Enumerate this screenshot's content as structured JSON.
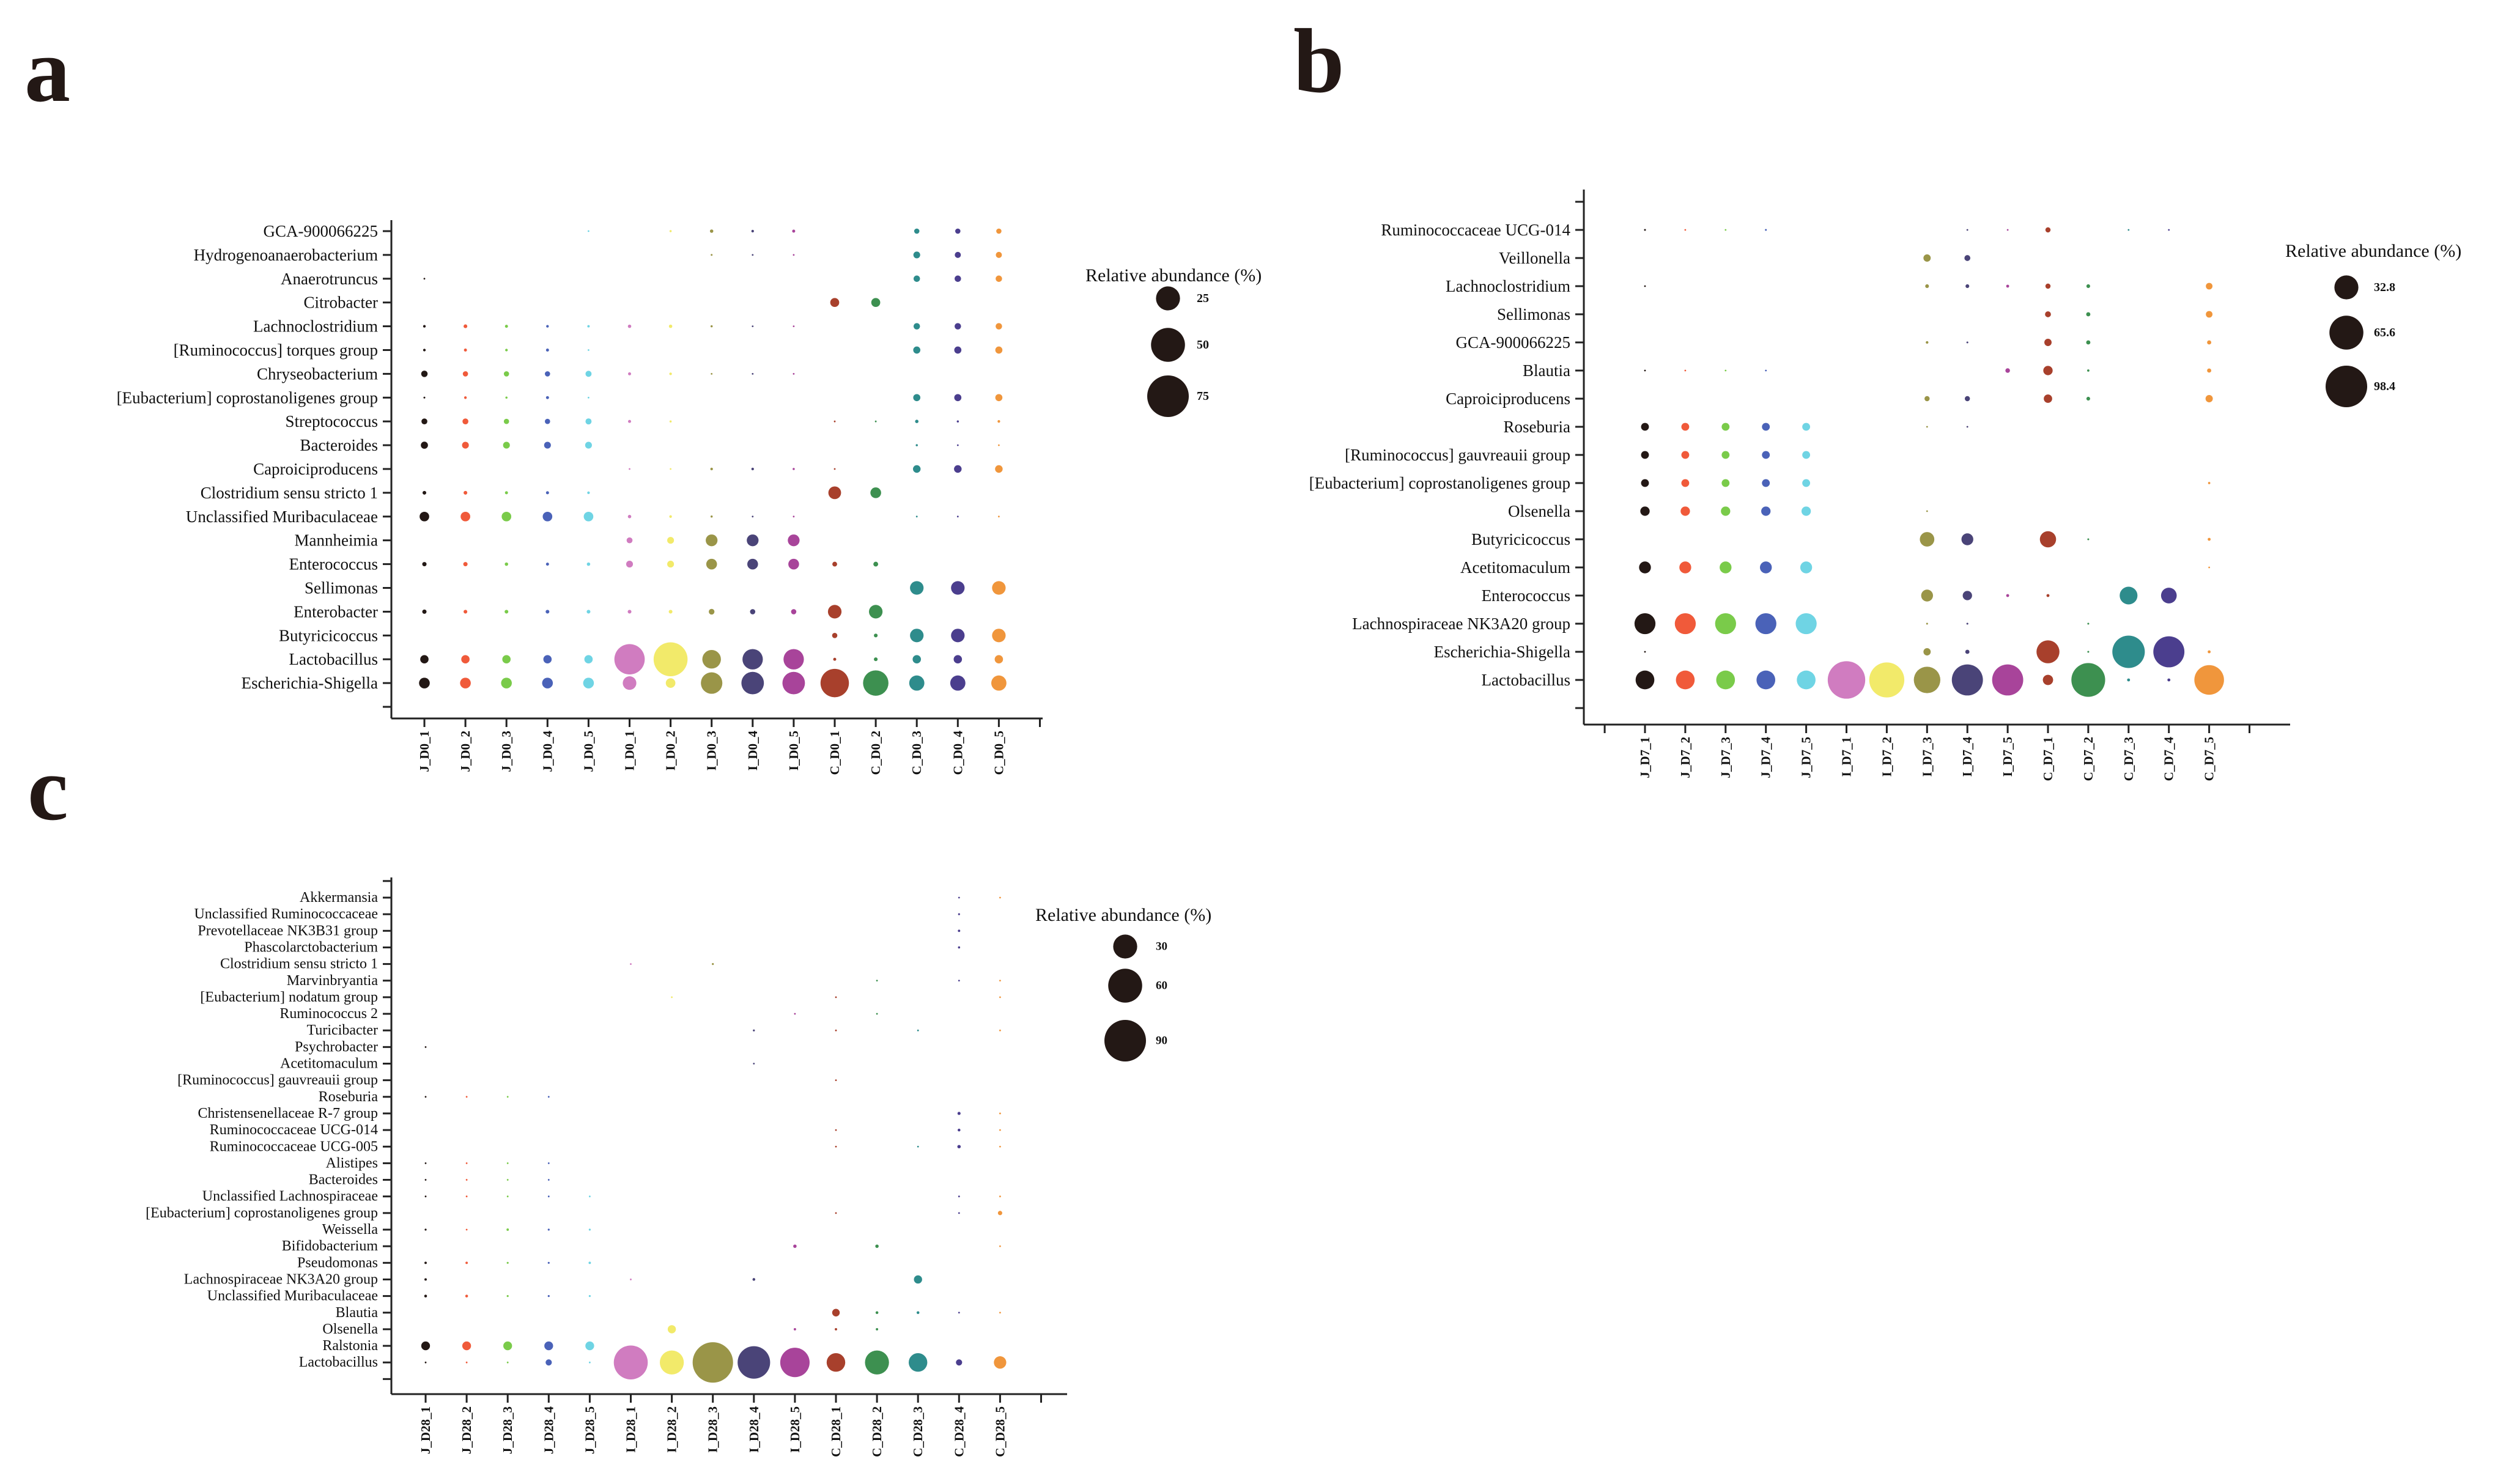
{
  "colors": [
    "#231815",
    "#f05a3a",
    "#7acb4a",
    "#4a62b8",
    "#6fd4e4",
    "#d07cc0",
    "#f2ea6a",
    "#9a9548",
    "#4a4478",
    "#a8449a",
    "#a8402c",
    "#3d9050",
    "#2e8c8c",
    "#4b3e8e",
    "#f0963c"
  ],
  "chart_data": [
    {
      "type": "scatter",
      "panel_label": "a",
      "legend_title": "Relative abundance (%)",
      "legend_values": [
        25,
        50,
        75
      ],
      "samples": [
        "J_D0_1",
        "J_D0_2",
        "J_D0_3",
        "J_D0_4",
        "J_D0_5",
        "I_D0_1",
        "I_D0_2",
        "I_D0_3",
        "I_D0_4",
        "I_D0_5",
        "C_D0_1",
        "C_D0_2",
        "C_D0_3",
        "C_D0_4",
        "C_D0_5"
      ],
      "genera": [
        "GCA-900066225",
        "Hydrogenoanaerobacterium",
        "Anaerotruncus",
        "Citrobacter",
        "Lachnoclostridium",
        "[Ruminococcus] torques group",
        "Chryseobacterium",
        "[Eubacterium] coprostanoligenes group",
        "Streptococcus",
        "Bacteroides",
        "Caproiciproducens",
        "Clostridium sensu stricto 1",
        "Unclassified Muribaculaceae",
        "Mannheimia",
        "Enterococcus",
        "Sellimonas",
        "Enterobacter",
        "Butyricicoccus",
        "Lactobacillus",
        "Escherichia-Shigella"
      ],
      "values": [
        [
          0,
          0,
          0,
          0,
          0.05,
          0,
          0.2,
          0.5,
          0.3,
          0.4,
          0,
          0,
          1.2,
          1.2,
          1.2
        ],
        [
          0,
          0,
          0,
          0,
          0,
          0,
          0,
          0.15,
          0.1,
          0.1,
          0,
          0,
          2.0,
          1.6,
          1.6
        ],
        [
          0.05,
          0,
          0,
          0,
          0,
          0,
          0,
          0,
          0,
          0,
          0,
          0,
          1.8,
          1.8,
          1.8
        ],
        [
          0,
          0,
          0,
          0,
          0,
          0,
          0,
          0,
          0,
          0,
          3.5,
          3.5,
          0,
          0,
          0
        ],
        [
          0.3,
          0.6,
          0.4,
          0.3,
          0.25,
          0.5,
          0.5,
          0.2,
          0.1,
          0.1,
          0,
          0,
          1.8,
          1.8,
          1.8
        ],
        [
          0.3,
          0.4,
          0.3,
          0.4,
          0.1,
          0,
          0,
          0,
          0,
          0,
          0,
          0,
          2.2,
          2.2,
          2.2
        ],
        [
          1.8,
          1.2,
          1.2,
          1.2,
          1.6,
          0.4,
          0.3,
          0.1,
          0.05,
          0.05,
          0,
          0,
          0,
          0,
          0
        ],
        [
          0.15,
          0.3,
          0.2,
          0.4,
          0.1,
          0,
          0,
          0,
          0,
          0,
          0,
          0,
          2.2,
          2.2,
          2.2
        ],
        [
          1.5,
          1.5,
          1.2,
          1.2,
          1.6,
          0.4,
          0.2,
          0,
          0,
          0,
          0.1,
          0.05,
          0.5,
          0.2,
          0.3
        ],
        [
          2.2,
          2.0,
          2.0,
          2.0,
          2.0,
          0,
          0,
          0,
          0,
          0,
          0,
          0,
          0.2,
          0.1,
          0.1
        ],
        [
          0,
          0,
          0,
          0,
          0,
          0.05,
          0.05,
          0.3,
          0.3,
          0.2,
          0.1,
          0,
          2.5,
          2.5,
          2.5
        ],
        [
          0.6,
          0.6,
          0.4,
          0.4,
          0.3,
          0,
          0,
          0,
          0,
          0,
          7,
          5,
          0,
          0,
          0
        ],
        [
          4,
          4,
          4,
          4,
          4,
          0.5,
          0.3,
          0.2,
          0.1,
          0.05,
          0,
          0,
          0.1,
          0.1,
          0.1
        ],
        [
          0,
          0,
          0,
          0,
          0,
          1.5,
          2,
          6,
          6,
          6,
          0,
          0,
          0,
          0,
          0
        ],
        [
          0.8,
          0.8,
          0.5,
          0.4,
          0.5,
          2,
          2,
          5,
          5,
          5,
          1,
          1,
          0,
          0,
          0
        ],
        [
          0,
          0,
          0,
          0,
          0,
          0,
          0,
          0,
          0,
          0,
          0,
          0,
          8,
          8,
          8
        ],
        [
          0.8,
          0.6,
          0.6,
          0.6,
          0.6,
          0.6,
          0.6,
          1.4,
          1.2,
          1.2,
          8,
          8,
          0,
          0,
          0
        ],
        [
          0,
          0,
          0,
          0,
          0,
          0,
          0,
          0,
          0,
          0,
          1.2,
          0.6,
          8,
          8,
          8
        ],
        [
          3,
          3,
          3,
          3,
          3,
          40,
          50,
          15,
          18,
          18,
          0.4,
          0.6,
          3,
          3,
          3
        ],
        [
          5,
          5,
          5,
          5,
          5,
          8,
          4,
          20,
          22,
          22,
          35,
          28,
          10,
          10,
          10
        ]
      ]
    },
    {
      "type": "scatter",
      "panel_label": "b",
      "legend_title": "Relative abundance (%)",
      "legend_values": [
        32.8,
        65.6,
        98.4
      ],
      "samples": [
        "J_D7_1",
        "J_D7_2",
        "J_D7_3",
        "J_D7_4",
        "J_D7_5",
        "I_D7_1",
        "I_D7_2",
        "I_D7_3",
        "I_D7_4",
        "I_D7_5",
        "C_D7_1",
        "C_D7_2",
        "C_D7_3",
        "C_D7_4",
        "C_D7_5"
      ],
      "genera": [
        "Ruminococcaceae UCG-014",
        "Veillonella",
        "Lachnoclostridium",
        "Sellimonas",
        "GCA-900066225",
        "Blautia",
        "Caproiciproducens",
        "Roseburia",
        "[Ruminococcus] gauvreauii group",
        "[Eubacterium] coprostanoligenes group",
        "Olsenella",
        "Butyricicoccus",
        "Acetitomaculum",
        "Enterococcus",
        "Lachnospiraceae NK3A20 group",
        "Escherichia-Shigella",
        "Lactobacillus"
      ],
      "values": [
        [
          0.2,
          0.1,
          0.05,
          0.2,
          0,
          0,
          0,
          0,
          0.05,
          0.05,
          1.5,
          0,
          0.1,
          0.05,
          0
        ],
        [
          0,
          0,
          0,
          0,
          0,
          0,
          0,
          3,
          2,
          0,
          0,
          0,
          0,
          0,
          0
        ],
        [
          0.1,
          0,
          0,
          0,
          0,
          0,
          0,
          0.8,
          0.8,
          0.5,
          1.5,
          0.8,
          0,
          0,
          2.5
        ],
        [
          0,
          0,
          0,
          0,
          0,
          0,
          0,
          0,
          0,
          0,
          2,
          1,
          0,
          0,
          2.5
        ],
        [
          0,
          0,
          0,
          0,
          0,
          0,
          0,
          0.4,
          0.2,
          0,
          3,
          1,
          0,
          0,
          1
        ],
        [
          0.05,
          0.05,
          0.05,
          0.05,
          0,
          0,
          0,
          0,
          0,
          1.2,
          5,
          0.3,
          0,
          0,
          1
        ],
        [
          0,
          0,
          0,
          0,
          0,
          0,
          0,
          1.5,
          1.5,
          0,
          4,
          0.8,
          0,
          0,
          3
        ],
        [
          3.5,
          3.5,
          3.5,
          3.5,
          3.5,
          0,
          0,
          0.05,
          0.05,
          0,
          0,
          0,
          0,
          0,
          0
        ],
        [
          3.5,
          3.5,
          3.5,
          3.5,
          3.5,
          0,
          0,
          0,
          0,
          0,
          0,
          0,
          0,
          0,
          0
        ],
        [
          3.5,
          3.5,
          3.5,
          3.5,
          3.5,
          0,
          0,
          0,
          0,
          0,
          0,
          0,
          0,
          0,
          0.3
        ],
        [
          5,
          5,
          5,
          5,
          5,
          0,
          0,
          0.1,
          0,
          0,
          0,
          0,
          0,
          0,
          0
        ],
        [
          0,
          0,
          0,
          0,
          0,
          0,
          0,
          12,
          8,
          0,
          15,
          0.2,
          0,
          0,
          0.5
        ],
        [
          8,
          8,
          8,
          8,
          8,
          0,
          0,
          0,
          0,
          0,
          0,
          0,
          0,
          0,
          0.1
        ],
        [
          0,
          0,
          0,
          0,
          0,
          0,
          0,
          8,
          5,
          0.5,
          0.5,
          0,
          18,
          14,
          0
        ],
        [
          25,
          25,
          25,
          25,
          25,
          0,
          0,
          0.2,
          0.2,
          0,
          0,
          0.2,
          0,
          0,
          0
        ],
        [
          0.1,
          0,
          0,
          0,
          0,
          0,
          0,
          3,
          1,
          0,
          30,
          0.2,
          60,
          55,
          0.5
        ],
        [
          20,
          20,
          20,
          20,
          20,
          80,
          70,
          40,
          55,
          55,
          6,
          65,
          0.5,
          0.5,
          50
        ]
      ]
    },
    {
      "type": "scatter",
      "panel_label": "c",
      "legend_title": "Relative abundance (%)",
      "legend_values": [
        30,
        60,
        90
      ],
      "samples": [
        "J_D28_1",
        "J_D28_2",
        "J_D28_3",
        "J_D28_4",
        "J_D28_5",
        "I_D28_1",
        "I_D28_2",
        "I_D28_3",
        "I_D28_4",
        "I_D28_5",
        "C_D28_1",
        "C_D28_2",
        "C_D28_3",
        "C_D28_4",
        "C_D28_5"
      ],
      "genera": [
        "Akkermansia",
        "Unclassified Ruminococcaceae",
        "Prevotellaceae NK3B31 group",
        "Phascolarctobacterium",
        "Clostridium sensu stricto 1",
        "Marvinbryantia",
        "[Eubacterium] nodatum group",
        "Ruminococcus 2",
        "Turicibacter",
        "Psychrobacter",
        "Acetitomaculum",
        "[Ruminococcus] gauvreauii group",
        "Roseburia",
        "Christensenellaceae R-7 group",
        "Ruminococcaceae UCG-014",
        "Ruminococcaceae UCG-005",
        "Alistipes",
        "Bacteroides",
        "Unclassified Lachnospiraceae",
        "[Eubacterium] coprostanoligenes group",
        "Weissella",
        "Bifidobacterium",
        "Pseudomonas",
        "Lachnospiraceae NK3A20 group",
        "Unclassified Muribaculaceae",
        "Blautia",
        "Olsenella",
        "Ralstonia",
        "Lactobacillus"
      ],
      "values": [
        [
          0,
          0,
          0,
          0,
          0,
          0,
          0,
          0,
          0,
          0,
          0,
          0,
          0,
          0.1,
          0.05
        ],
        [
          0,
          0,
          0,
          0,
          0,
          0,
          0,
          0,
          0,
          0,
          0,
          0,
          0,
          0.2,
          0
        ],
        [
          0,
          0,
          0,
          0,
          0,
          0,
          0,
          0,
          0,
          0,
          0,
          0,
          0,
          0.3,
          0
        ],
        [
          0,
          0,
          0,
          0,
          0,
          0,
          0,
          0,
          0,
          0,
          0,
          0,
          0,
          0.25,
          0
        ],
        [
          0,
          0,
          0,
          0,
          0,
          0.05,
          0,
          0.2,
          0,
          0,
          0,
          0,
          0,
          0,
          0
        ],
        [
          0,
          0,
          0,
          0,
          0,
          0,
          0,
          0,
          0,
          0,
          0,
          0.03,
          0,
          0.05,
          0.05
        ],
        [
          0,
          0,
          0,
          0,
          0,
          0,
          0.03,
          0,
          0,
          0,
          0.05,
          0,
          0,
          0,
          0.05
        ],
        [
          0,
          0,
          0,
          0,
          0,
          0,
          0,
          0,
          0,
          0.05,
          0,
          0.1,
          0,
          0,
          0
        ],
        [
          0,
          0,
          0,
          0,
          0,
          0,
          0,
          0,
          0.2,
          0,
          0.05,
          0,
          0.1,
          0,
          0.05
        ],
        [
          0.05,
          0,
          0,
          0,
          0,
          0,
          0,
          0,
          0,
          0,
          0,
          0,
          0,
          0,
          0
        ],
        [
          0,
          0,
          0,
          0,
          0,
          0,
          0,
          0,
          0.03,
          0,
          0,
          0,
          0,
          0,
          0
        ],
        [
          0,
          0,
          0,
          0,
          0,
          0,
          0,
          0,
          0,
          0,
          0.05,
          0,
          0,
          0,
          0
        ],
        [
          0.05,
          0.03,
          0.03,
          0.03,
          0,
          0,
          0,
          0,
          0,
          0,
          0,
          0,
          0,
          0,
          0
        ],
        [
          0,
          0,
          0,
          0,
          0,
          0,
          0,
          0,
          0,
          0,
          0,
          0,
          0,
          0.5,
          0.05
        ],
        [
          0,
          0,
          0,
          0,
          0,
          0,
          0,
          0,
          0,
          0,
          0.05,
          0,
          0,
          0.4,
          0.05
        ],
        [
          0,
          0,
          0,
          0,
          0,
          0,
          0,
          0,
          0,
          0,
          0.1,
          0,
          0.05,
          0.6,
          0.05
        ],
        [
          0.05,
          0.03,
          0.05,
          0.03,
          0,
          0,
          0,
          0,
          0,
          0,
          0,
          0,
          0,
          0,
          0
        ],
        [
          0.05,
          0.05,
          0.05,
          0.05,
          0,
          0,
          0,
          0,
          0,
          0,
          0,
          0,
          0,
          0,
          0
        ],
        [
          0.05,
          0.03,
          0.03,
          0.03,
          0.03,
          0,
          0,
          0,
          0,
          0,
          0,
          0,
          0,
          0.05,
          0.1
        ],
        [
          0,
          0,
          0,
          0,
          0,
          0,
          0,
          0,
          0,
          0,
          0.05,
          0,
          0,
          0.05,
          1
        ],
        [
          0.2,
          0.15,
          0.3,
          0.2,
          0.2,
          0,
          0,
          0,
          0,
          0,
          0,
          0,
          0,
          0,
          0
        ],
        [
          0,
          0,
          0,
          0,
          0,
          0,
          0,
          0,
          0,
          0.6,
          0,
          0.6,
          0,
          0,
          0.05
        ],
        [
          0.3,
          0.3,
          0.2,
          0.2,
          0.3,
          0,
          0,
          0,
          0,
          0,
          0,
          0,
          0,
          0,
          0
        ],
        [
          0.3,
          0,
          0,
          0,
          0,
          0.05,
          0,
          0,
          0.4,
          0,
          0,
          0,
          3.5,
          0,
          0
        ],
        [
          0.4,
          0.4,
          0.2,
          0.2,
          0.2,
          0,
          0,
          0,
          0,
          0,
          0,
          0,
          0,
          0,
          0
        ],
        [
          0,
          0,
          0,
          0,
          0,
          0,
          0,
          0,
          0,
          0,
          3,
          0.4,
          0.4,
          0.05,
          0.05
        ],
        [
          0,
          0,
          0,
          0,
          0,
          0,
          3.5,
          0,
          0,
          0.3,
          0.3,
          0.3,
          0,
          0,
          0
        ],
        [
          4,
          4,
          4,
          4,
          4,
          0,
          0,
          0,
          0,
          0,
          0,
          0,
          0,
          0,
          0
        ],
        [
          0.1,
          0.1,
          0.1,
          2,
          0.1,
          60,
          30,
          85,
          55,
          45,
          18,
          30,
          18,
          2,
          8
        ]
      ]
    }
  ]
}
